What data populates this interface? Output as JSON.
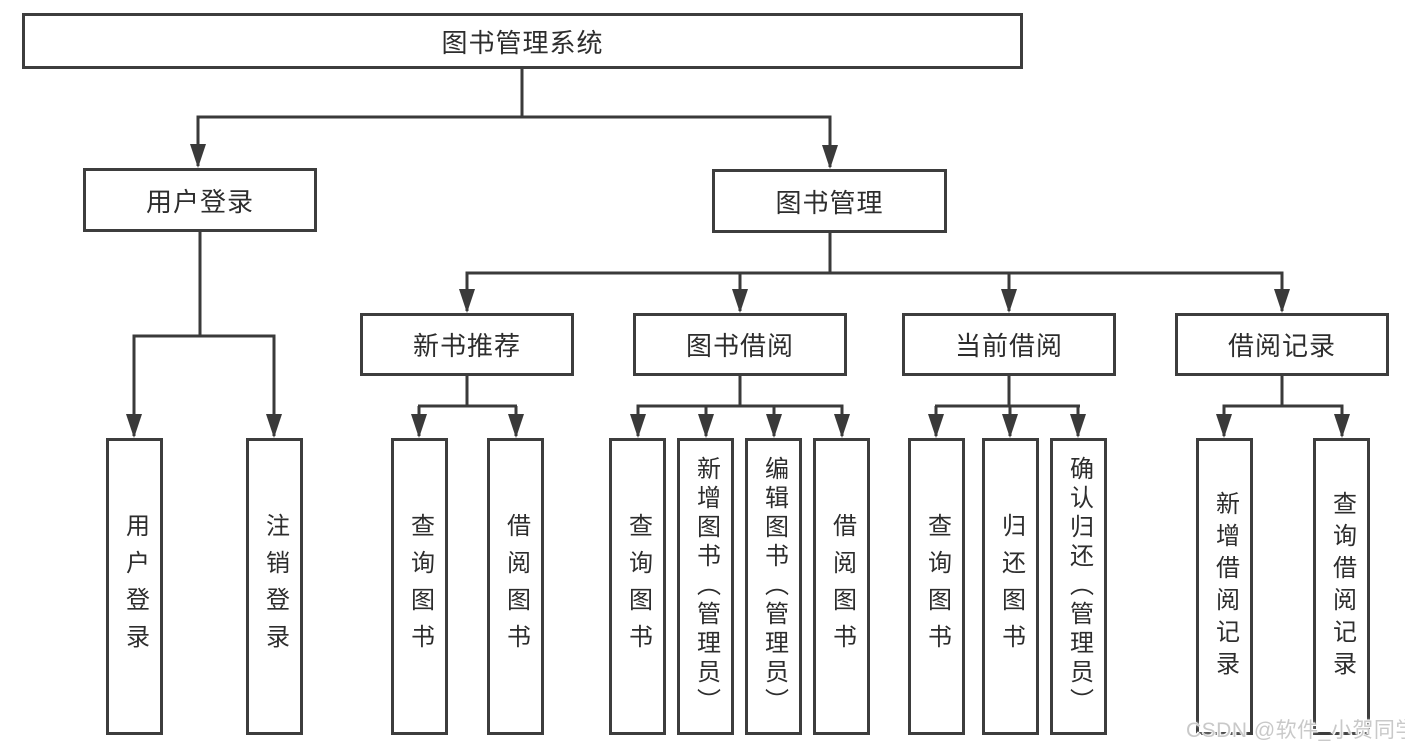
{
  "diagram_type": "tree",
  "style": {
    "line_color": "#3a3a3a",
    "box_border_color": "#3d3d3d",
    "text_color": "#2d2d2d",
    "background": "#ffffff",
    "watermark_color": "#c9c9c9"
  },
  "tree": {
    "root": {
      "label": "图书管理系统",
      "children": [
        {
          "label": "用户登录",
          "children": [
            {
              "label": "用户登录"
            },
            {
              "label": "注销登录"
            }
          ]
        },
        {
          "label": "图书管理",
          "children": [
            {
              "label": "新书推荐",
              "children": [
                {
                  "label": "查询图书"
                },
                {
                  "label": "借阅图书"
                }
              ]
            },
            {
              "label": "图书借阅",
              "children": [
                {
                  "label": "查询图书"
                },
                {
                  "label": "新增图书（管理员）"
                },
                {
                  "label": "编辑图书（管理员）"
                },
                {
                  "label": "借阅图书"
                }
              ]
            },
            {
              "label": "当前借阅",
              "children": [
                {
                  "label": "查询图书"
                },
                {
                  "label": "归还图书"
                },
                {
                  "label": "确认归还（管理员）"
                }
              ]
            },
            {
              "label": "借阅记录",
              "children": [
                {
                  "label": "新增借阅记录"
                },
                {
                  "label": "查询借阅记录"
                }
              ]
            }
          ]
        }
      ]
    }
  },
  "watermark": {
    "text": "CSDN @软件_小贺同学"
  }
}
